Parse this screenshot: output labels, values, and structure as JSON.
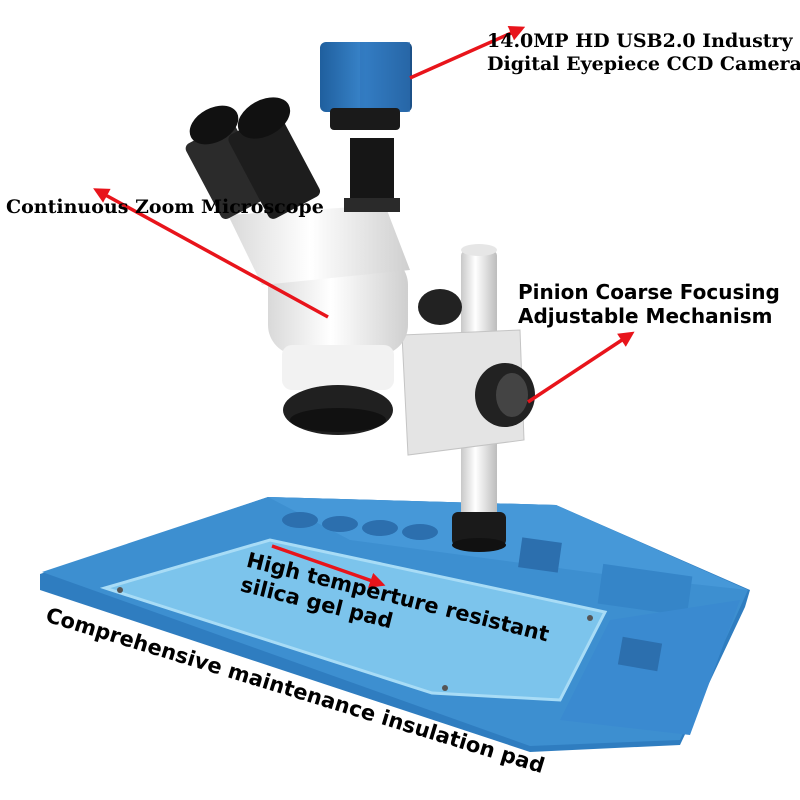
{
  "annotations": {
    "camera_line1": "14.0MP HD USB2.0 Industry",
    "camera_line2": "Digital Eyepiece CCD Camera",
    "zoom": "Continuous Zoom Microscope",
    "focus_line1": "Pinion Coarse Focusing",
    "focus_line2": "Adjustable Mechanism",
    "gel_line1": "High temperture resistant",
    "gel_line2": "silica gel pad",
    "pad": "Comprehensive maintenance insulation pad"
  },
  "colors": {
    "arrow": "#e8141b",
    "mat_blue": "#3d8fd0",
    "gel_blue": "#7cc4ec",
    "microscope_body": "#eeeeee",
    "camera_blue": "#2a6fb5"
  }
}
